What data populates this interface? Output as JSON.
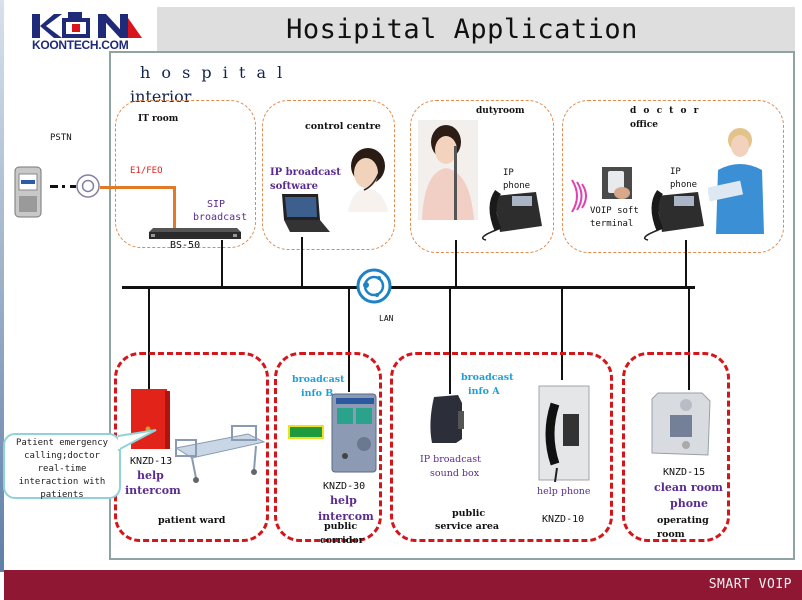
{
  "header": {
    "logo_text": "KOONTECH.COM",
    "title": "Hosipital Application"
  },
  "diagram": {
    "interior_label_line1": "h o s p i t a l",
    "interior_label_line2": "interior",
    "pstn_label": "PSTN",
    "e1_label": "E1/FEO",
    "lan_label": "LAN",
    "top_zones": {
      "it_room": {
        "title": "IT room",
        "device_label_1": "SIP",
        "device_label_2": "broadcast",
        "model": "BS-50"
      },
      "control_centre": {
        "title": "control centre",
        "device_label_1": "IP broadcast",
        "device_label_2": "software"
      },
      "duty_room": {
        "title": "dutyroom",
        "device_label_1": "IP",
        "device_label_2": "phone"
      },
      "doctor_office": {
        "title_1": "d o c t o r",
        "title_2": "office",
        "phone_label_1": "IP",
        "phone_label_2": "phone",
        "soft_label_1": "VOIP soft",
        "soft_label_2": "terminal"
      }
    },
    "bottom_zones": {
      "patient_ward": {
        "title": "patient ward",
        "model": "KNZD-13",
        "device_1": "help",
        "device_2": "intercom"
      },
      "public_corridor": {
        "title_1": "public",
        "title_2": "corridor",
        "info_1": "broadcast",
        "info_2": "info B",
        "model": "KNZD-30",
        "device_1": "help",
        "device_2": "intercom"
      },
      "public_service_area": {
        "title_1": "public",
        "title_2": "service area",
        "info_1": "broadcast",
        "info_2": "info A",
        "box_1": "IP broadcast",
        "box_2": "sound box",
        "phone_label": "help phone",
        "model": "KNZD-10"
      },
      "operating_room": {
        "title_1": "operating",
        "title_2": "room",
        "model": "KNZD-15",
        "device_1": "clean room",
        "device_2": "phone"
      }
    },
    "callout": {
      "line1": "Patient emergency",
      "line2": "calling;doctor",
      "line3": "real-time",
      "line4": "interaction with",
      "line5": "patients"
    }
  },
  "footer": {
    "text": "SMART VOIP"
  },
  "colors": {
    "footer_bg": "#8f1733",
    "orange_zone": "#e08a4c",
    "red_zone": "#d4161b",
    "purple_text": "#5b2c8f",
    "blue_text": "#1f9fd8",
    "lan_icon": "#1e82c4"
  }
}
